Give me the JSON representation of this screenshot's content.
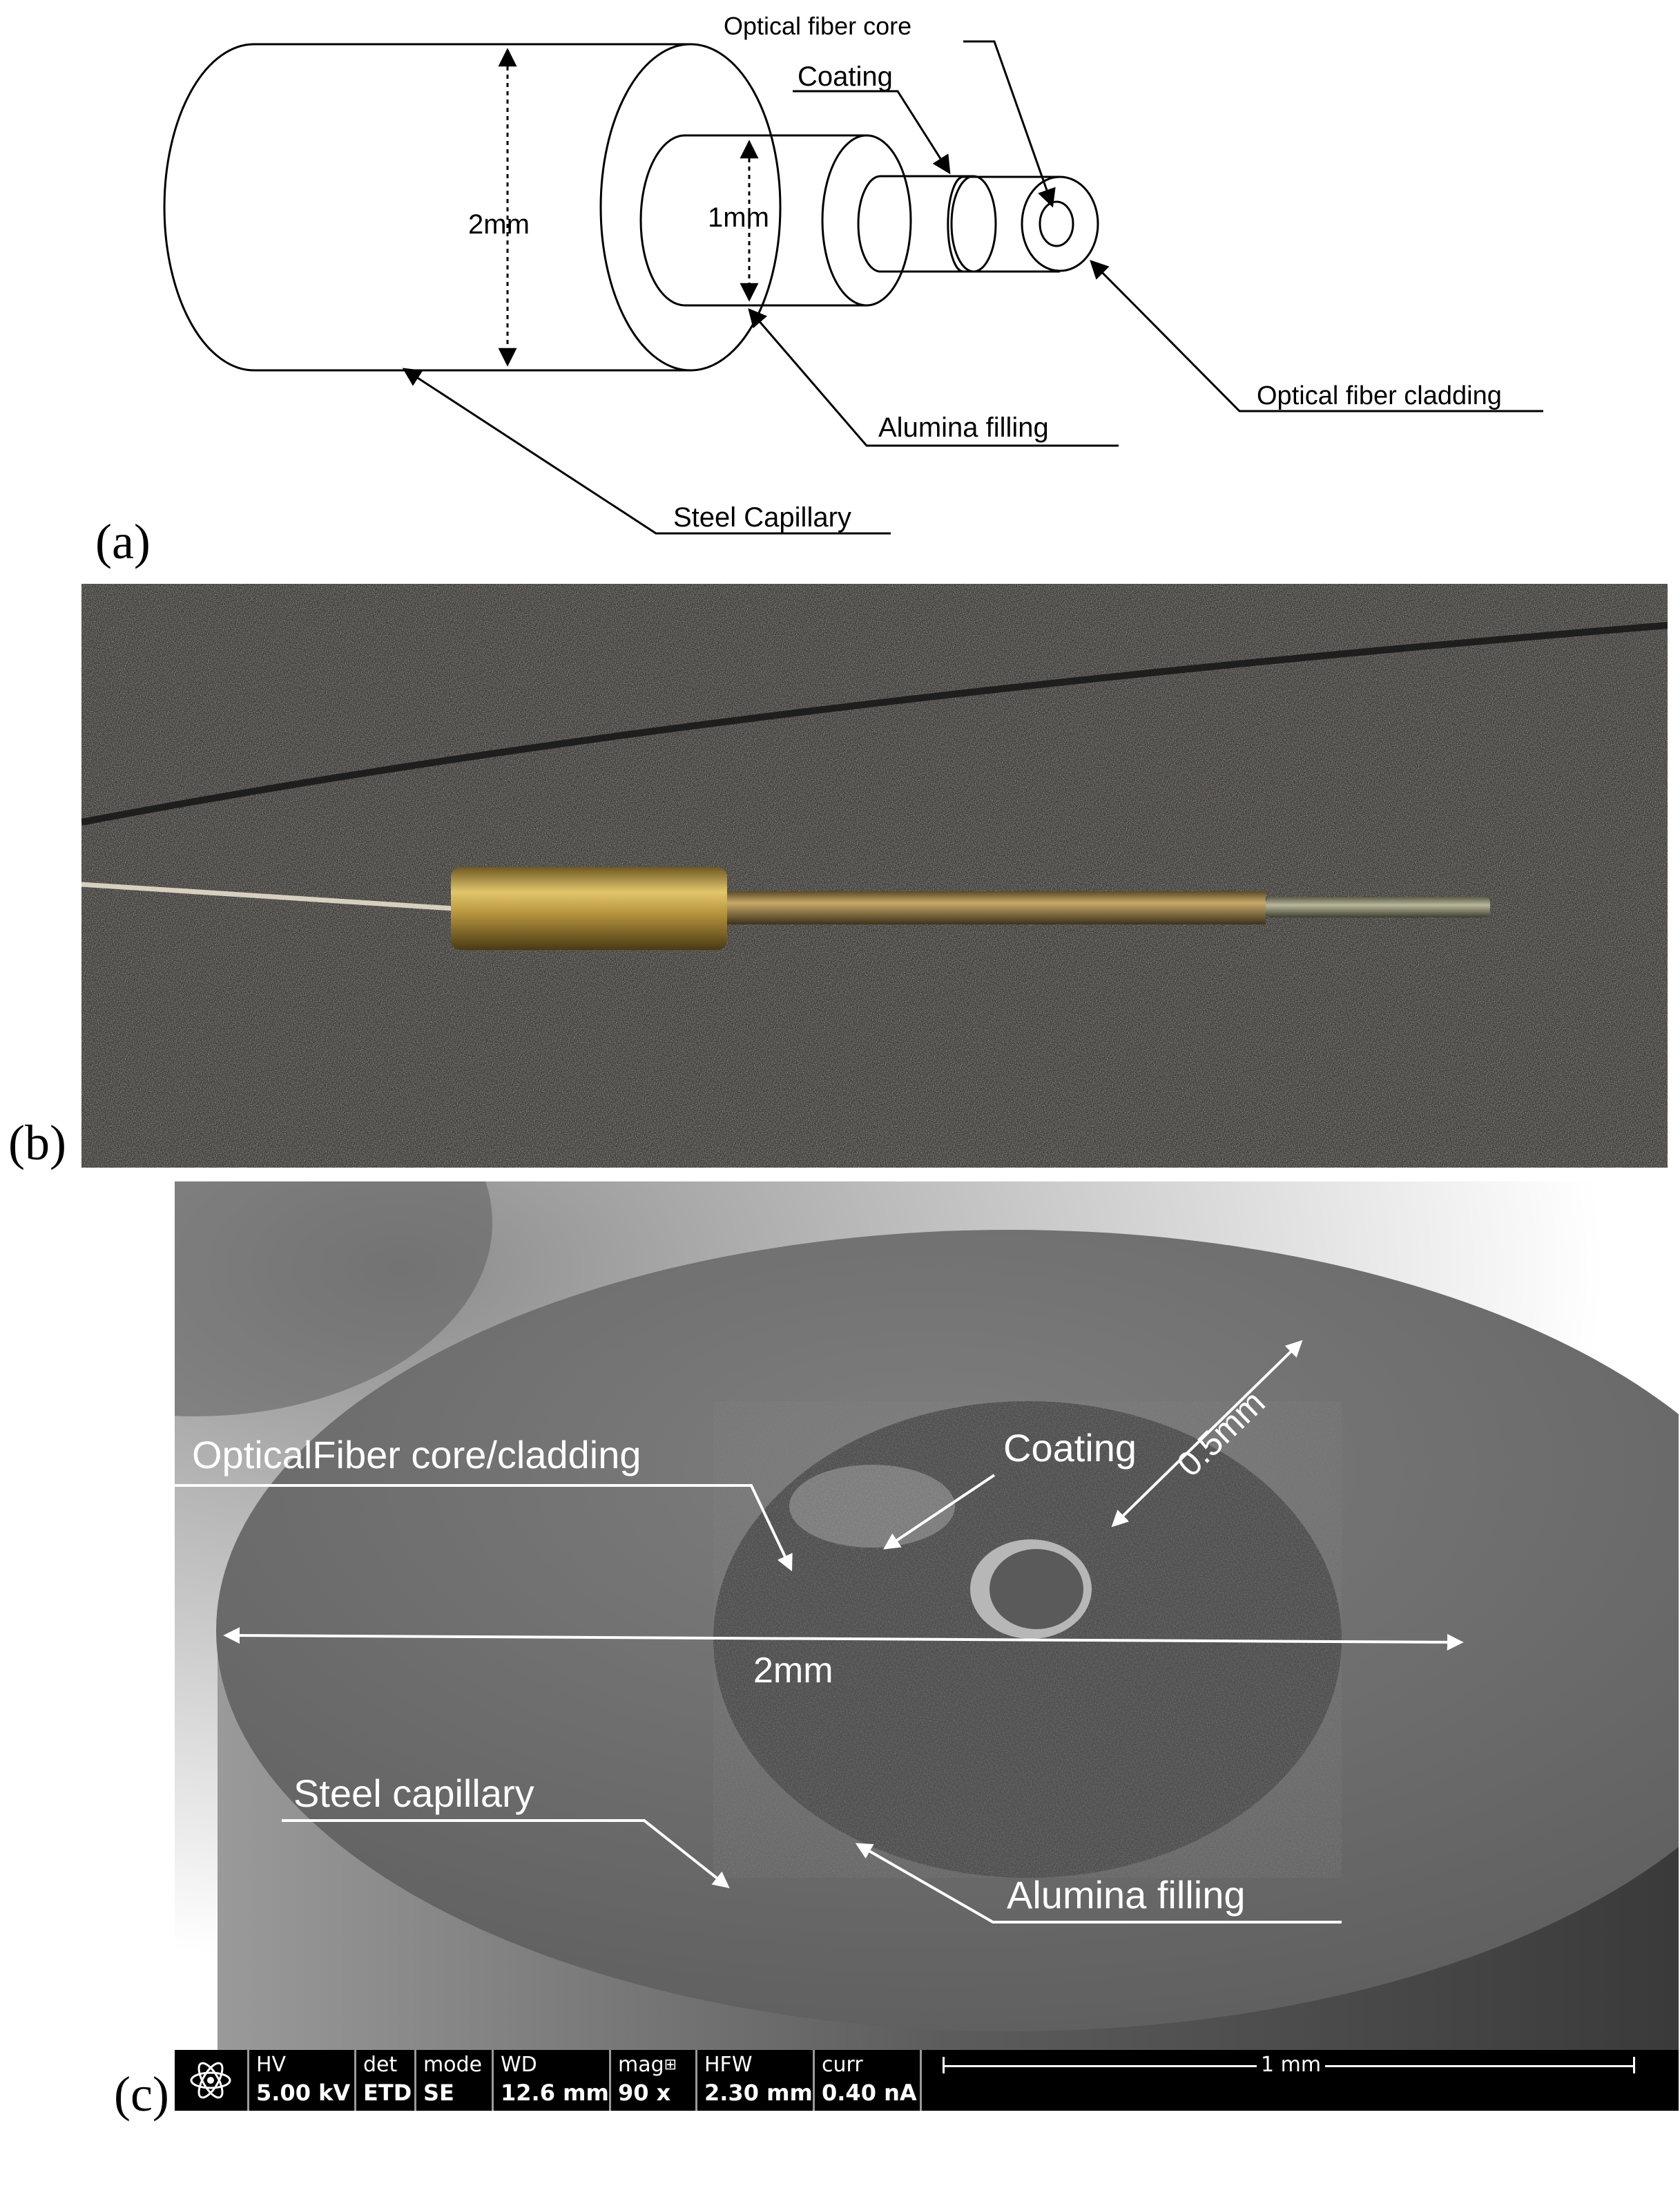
{
  "panel_a": {
    "letter": "(a)",
    "labels": {
      "fiber_core": "Optical fiber core",
      "coating": "Coating",
      "dim_2mm": "2mm",
      "dim_1mm": "1mm",
      "cladding": "Optical fiber cladding",
      "alumina": "Alumina filling",
      "steel": "Steel Capillary"
    }
  },
  "panel_b": {
    "letter": "(b)"
  },
  "panel_c": {
    "letter": "(c)",
    "labels": {
      "coating": "Coating",
      "core_cladding": "OpticalFiber core/cladding",
      "thickness": "0.5mm",
      "diameter": "2mm",
      "steel": "Steel capillary",
      "alumina": "Alumina filling"
    },
    "databar": {
      "hv_key": "HV",
      "hv_val": "5.00 kV",
      "det_key": "det",
      "det_val": "ETD",
      "mode_key": "mode",
      "mode_val": "SE",
      "wd_key": "WD",
      "wd_val": "12.6 mm",
      "mag_key": "mag",
      "mag_val": "90 x",
      "hfw_key": "HFW",
      "hfw_val": "2.30 mm",
      "curr_key": "curr",
      "curr_val": "0.40 nA",
      "scale_label": "1 mm"
    }
  }
}
